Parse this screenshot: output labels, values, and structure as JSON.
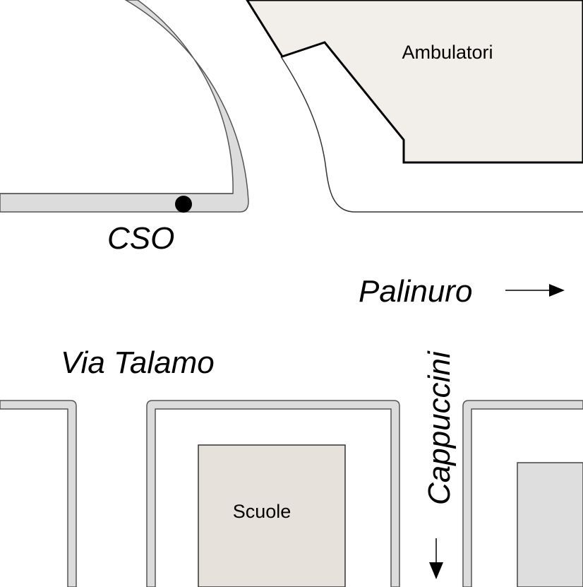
{
  "labels": {
    "ambulatori": "Ambulatori",
    "cso": "CSO",
    "palinuro": "Palinuro",
    "via_talamo": "Via Talamo",
    "cappuccini": "Cappuccini",
    "scuole": "Scuole"
  },
  "colors": {
    "background": "#ffffff",
    "curb_fill": "#dcdcdc",
    "curb_stroke": "#555555",
    "ambulatori_fill": "#f2eeea",
    "scuole_fill": "#e6e1da",
    "right_building_fill": "#dedede",
    "marker": "#000000",
    "text": "#000000"
  },
  "icons": {
    "marker": "dot-marker-icon",
    "palinuro_arrow": "arrow-right-icon",
    "cappuccini_arrow": "arrow-down-icon"
  }
}
